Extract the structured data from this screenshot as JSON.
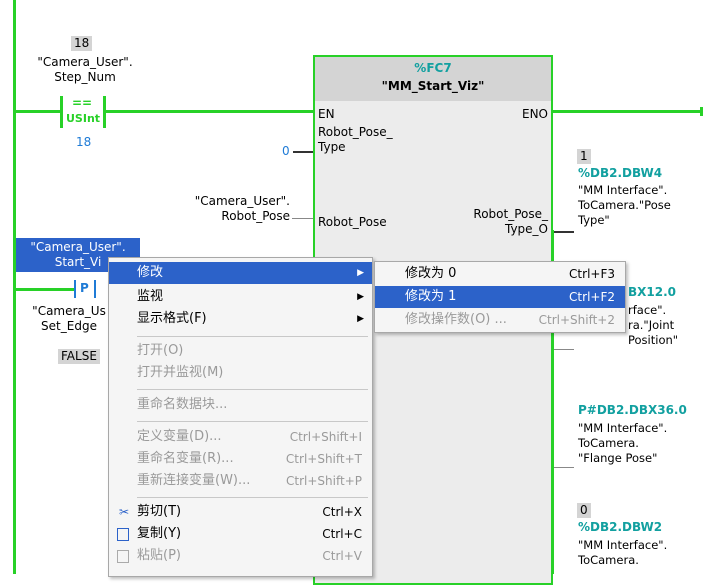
{
  "contact": {
    "value": "18",
    "operand": "\"Camera_User\".\nStep_Num",
    "operator": "==",
    "type": "USInt",
    "compare_value": "18"
  },
  "block": {
    "address": "%FC7",
    "name": "\"MM_Start_Viz\"",
    "pins": {
      "en": "EN",
      "eno": "ENO",
      "pose_type": "Robot_Pose_\nType",
      "pose": "Robot_Pose",
      "pose_type_o": "Robot_Pose_\nType_O"
    }
  },
  "inputs": {
    "pose_type_value": "0",
    "robot_pose_operand": "\"Camera_User\".\nRobot_Pose",
    "selected_operand": "\"Camera_User\".\nStart_Vi",
    "edge_label": "P",
    "edge_operand": "\"Camera_Us\nSet_Edge",
    "edge_value": "FALSE"
  },
  "outputs": {
    "o1_value": "1",
    "o1_addr": "%DB2.DBW4",
    "o1_text": "\"MM Interface\".\nToCamera.\"Pose\nType\"",
    "o2_addr": "BX12.0",
    "o2_text": "rface\".\nra.\"Joint\nPosition\"",
    "o3_addr": "P#DB2.DBX36.0",
    "o3_text": "\"MM Interface\".\nToCamera.\n\"Flange Pose\"",
    "o4_value": "0",
    "o4_addr": "%DB2.DBW2",
    "o4_text": "\"MM Interface\".\nToCamera."
  },
  "menu": {
    "modify": "修改",
    "monitor": "监视",
    "display_format": "显示格式(F)",
    "open": "打开(O)",
    "open_monitor": "打开并监视(M)",
    "rename_block": "重命名数据块...",
    "define_var": "定义变量(D)...",
    "define_var_sc": "Ctrl+Shift+I",
    "rename_var": "重命名变量(R)...",
    "rename_var_sc": "Ctrl+Shift+T",
    "reconnect_var": "重新连接变量(W)...",
    "reconnect_var_sc": "Ctrl+Shift+P",
    "cut": "剪切(T)",
    "cut_sc": "Ctrl+X",
    "copy": "复制(Y)",
    "copy_sc": "Ctrl+C",
    "paste": "粘贴(P)",
    "paste_sc": "Ctrl+V"
  },
  "submenu": {
    "modify_0": "修改为 0",
    "modify_0_sc": "Ctrl+F3",
    "modify_1": "修改为 1",
    "modify_1_sc": "Ctrl+F2",
    "modify_operand": "修改操作数(O) ...",
    "modify_operand_sc": "Ctrl+Shift+2"
  },
  "colors": {
    "rail": "#28d128",
    "highlight": "#2c62c9",
    "address": "#12a0a0"
  }
}
